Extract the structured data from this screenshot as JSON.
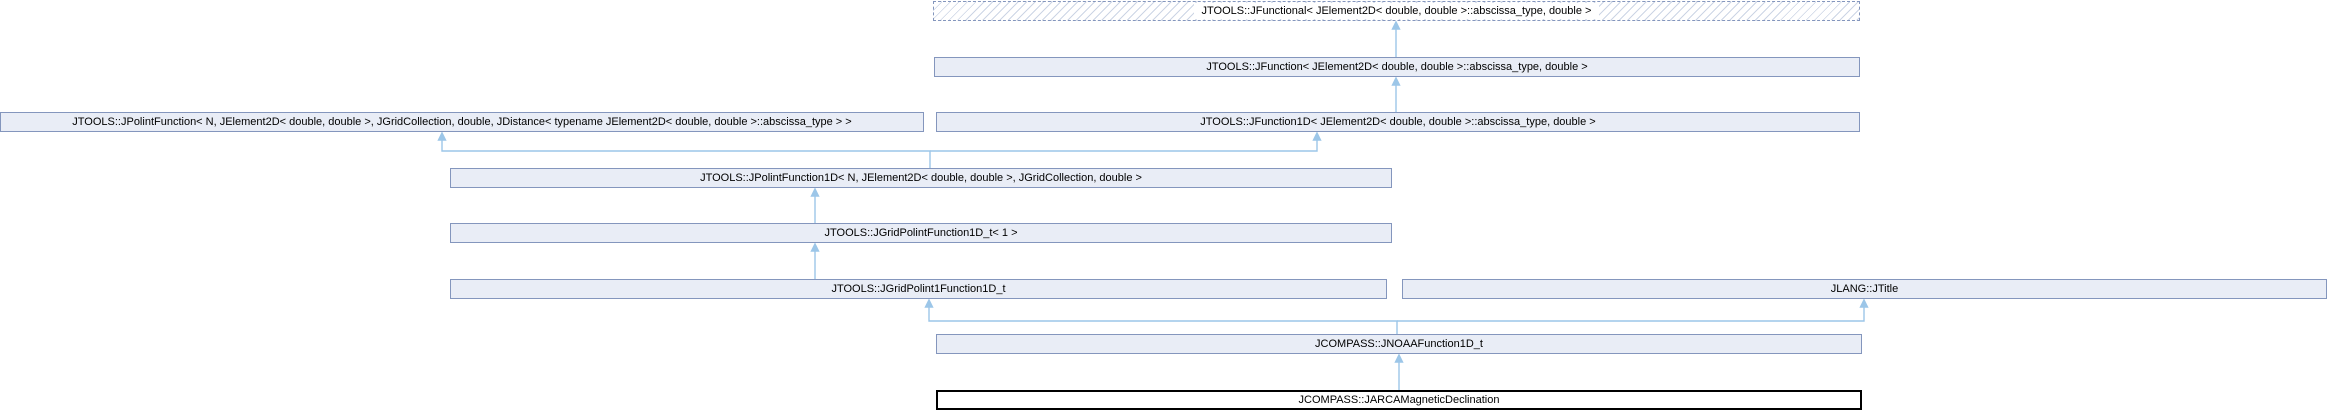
{
  "diagram": {
    "type": "class-inheritance-graph",
    "colors": {
      "node_fill": "#e9edf6",
      "node_border": "#8496bd",
      "edge": "#9cc6e8",
      "main_node_border": "#000000",
      "main_node_fill": "#ffffff",
      "hatch_line": "#ccd5e5",
      "text": "#000000"
    },
    "nodes": {
      "jfunctional": {
        "label": "JTOOLS::JFunctional< JElement2D< double, double >::abscissa_type, double >"
      },
      "jfunction": {
        "label": "JTOOLS::JFunction< JElement2D< double, double >::abscissa_type, double >"
      },
      "jpolintfunction": {
        "label": "JTOOLS::JPolintFunction< N, JElement2D< double, double >, JGridCollection, double, JDistance< typename JElement2D< double, double >::abscissa_type > >"
      },
      "jfunction1d": {
        "label": "JTOOLS::JFunction1D< JElement2D< double, double >::abscissa_type, double >"
      },
      "jpolintfunction1d": {
        "label": "JTOOLS::JPolintFunction1D< N, JElement2D< double, double >, JGridCollection, double >"
      },
      "jgridpolintfunction1d_t": {
        "label": "JTOOLS::JGridPolintFunction1D_t< 1 >"
      },
      "jgridpolint1function1d_t": {
        "label": "JTOOLS::JGridPolint1Function1D_t"
      },
      "jtitle": {
        "label": "JLANG::JTitle"
      },
      "jnoaafunction1d_t": {
        "label": "JCOMPASS::JNOAAFunction1D_t"
      },
      "jarcamagneticdeclination": {
        "label": "JCOMPASS::JARCAMagneticDeclination"
      }
    }
  }
}
